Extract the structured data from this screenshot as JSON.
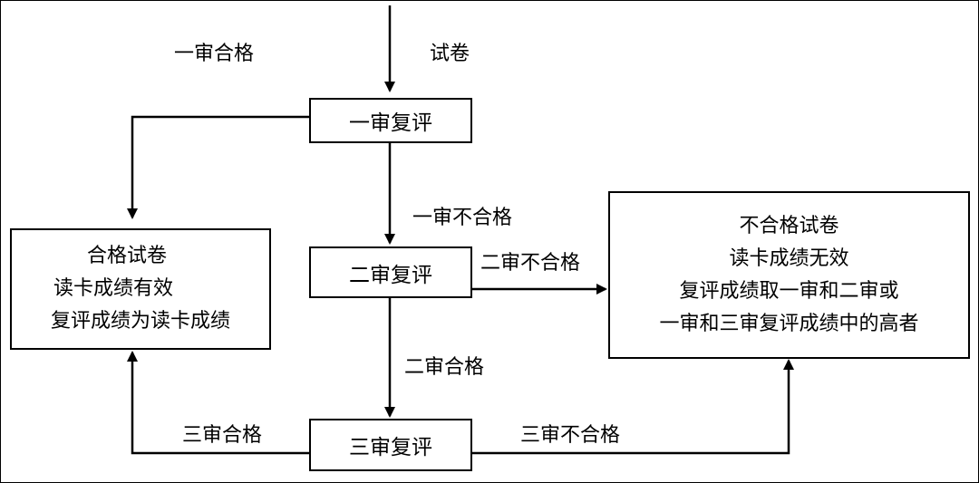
{
  "nodes": {
    "first_review": "一审复评",
    "second_review": "二审复评",
    "third_review": "三审复评"
  },
  "pass_box": {
    "lines": [
      "合格试卷",
      "读卡成绩有效",
      "复评成绩为读卡成绩"
    ]
  },
  "fail_box": {
    "lines": [
      "不合格试卷",
      "读卡成绩无效",
      "复评成绩取一审和二审或",
      "一审和三审复评成绩中的高者"
    ]
  },
  "edges": {
    "input": "试卷",
    "first_pass": "一审合格",
    "first_fail": "一审不合格",
    "second_fail": "二审不合格",
    "second_pass": "二审合格",
    "third_pass": "三审合格",
    "third_fail": "三审不合格"
  }
}
